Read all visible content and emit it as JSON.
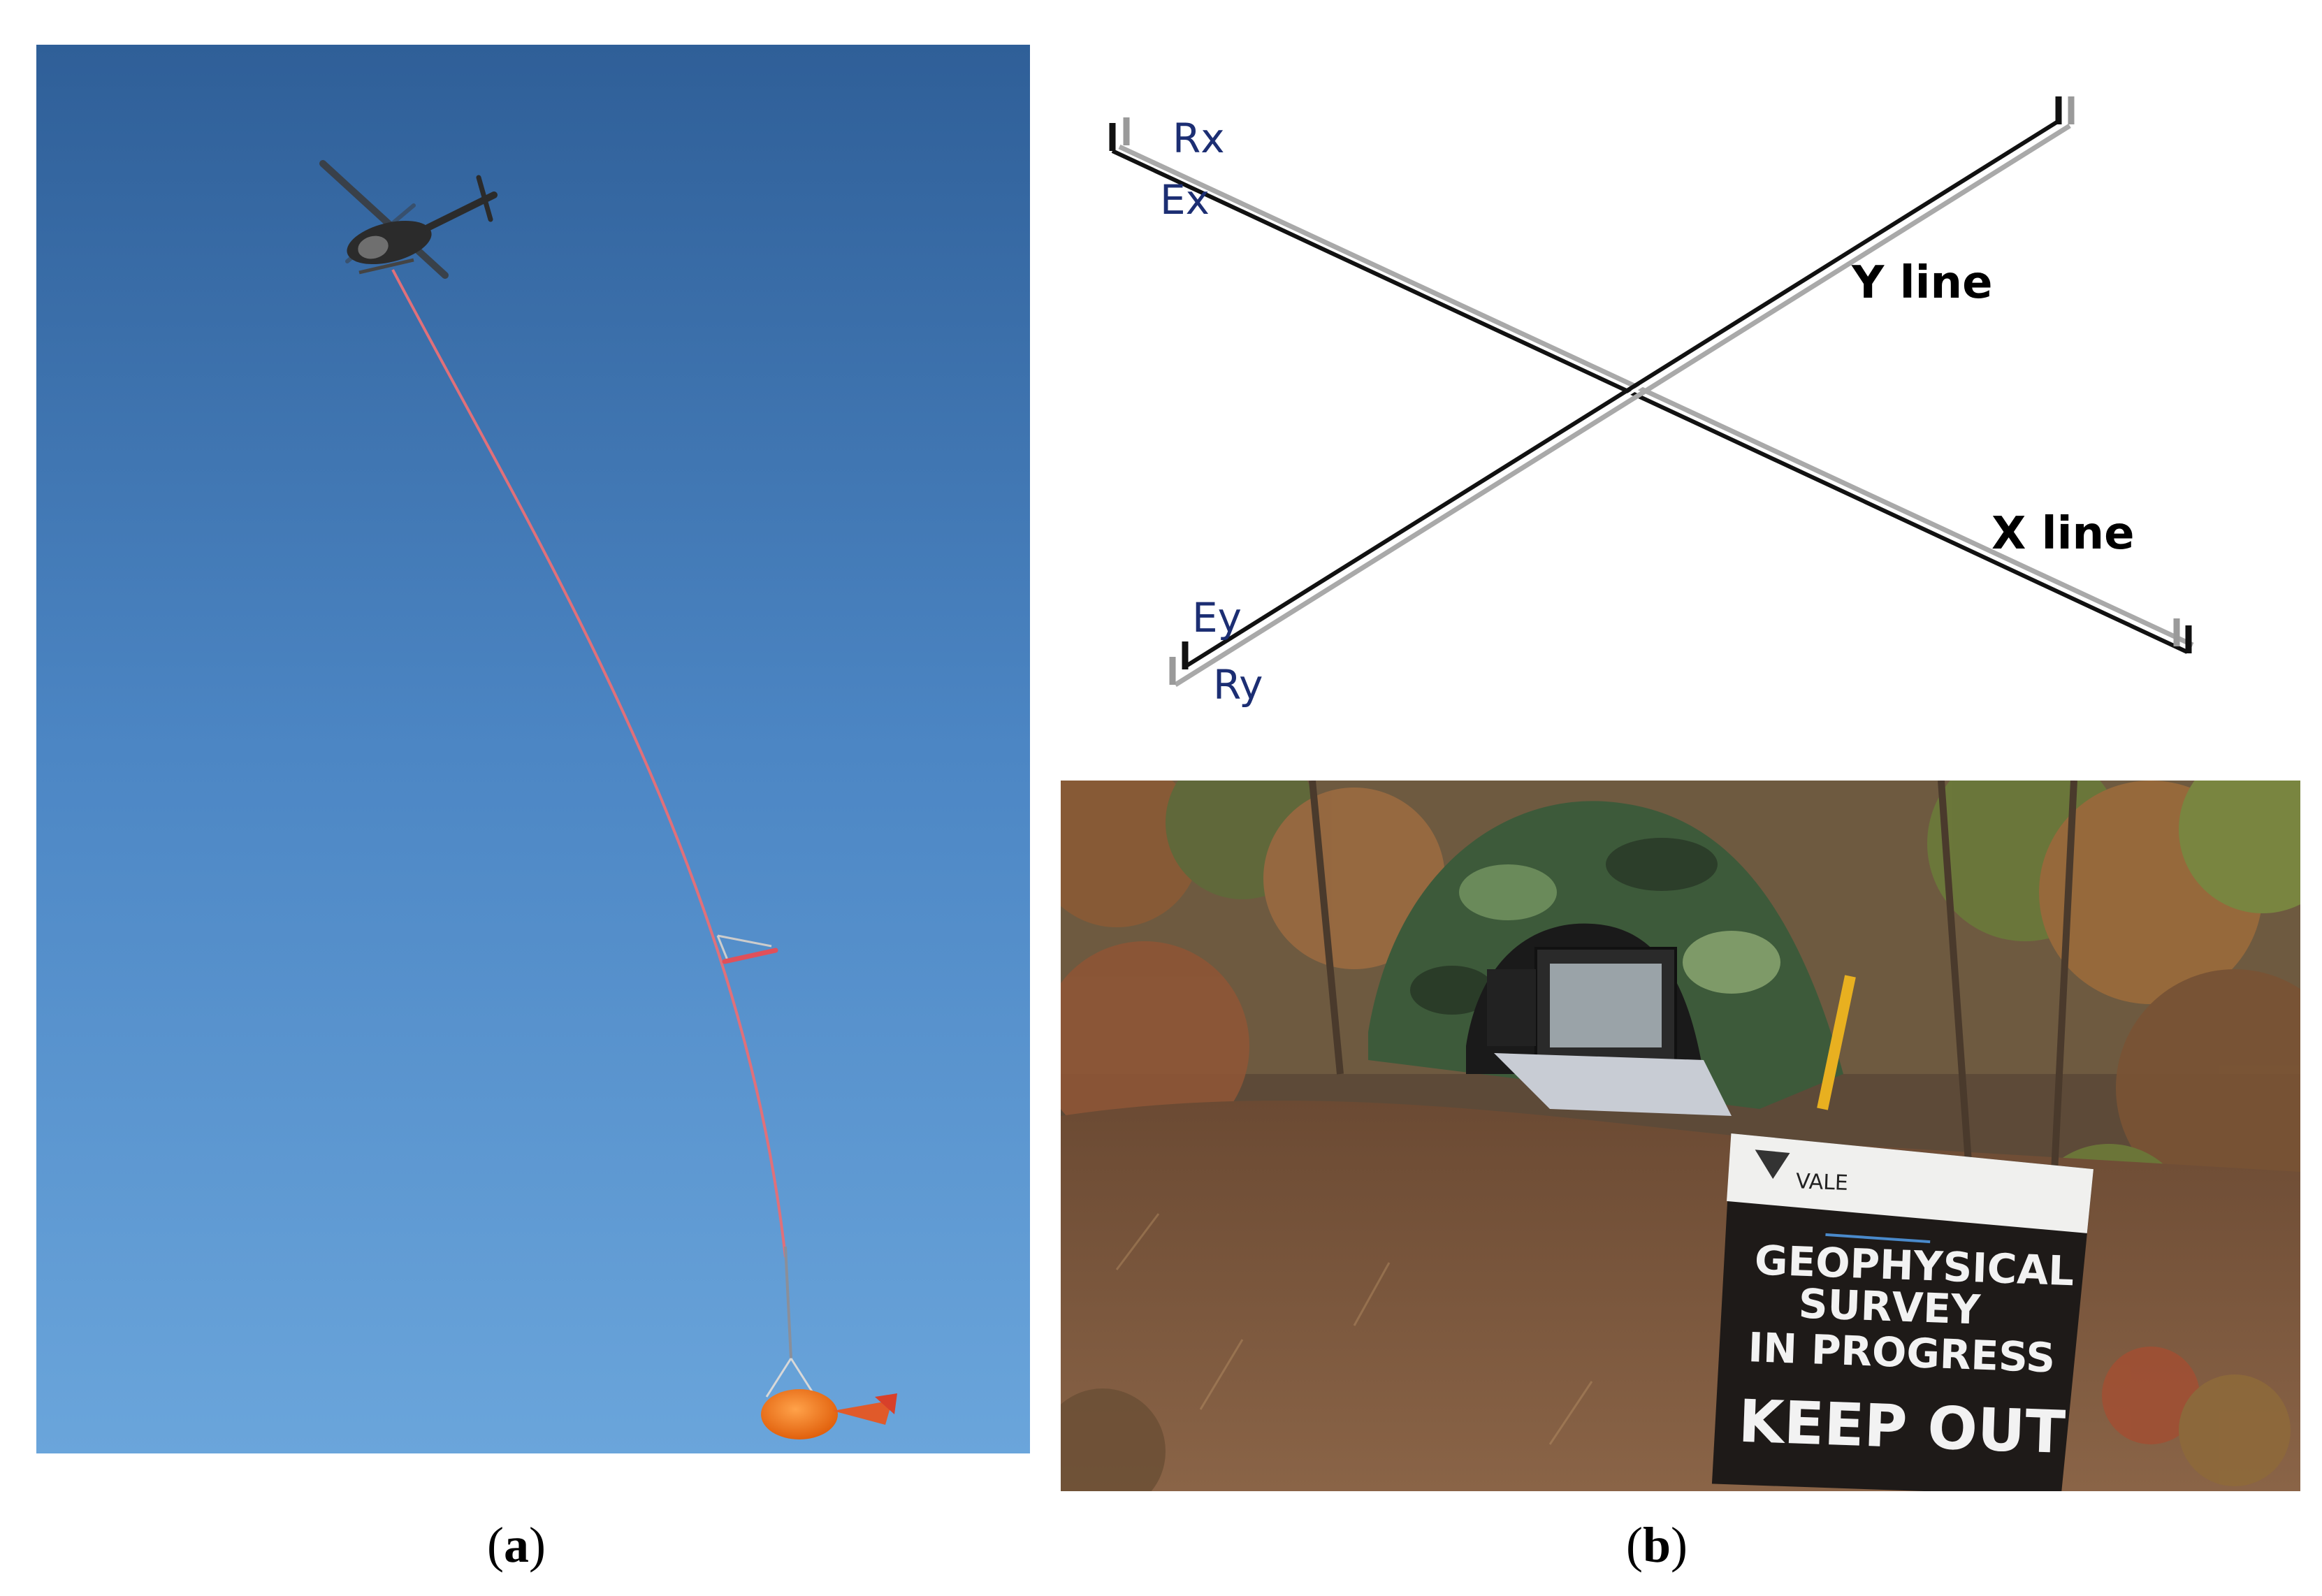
{
  "figure": {
    "captions": {
      "a_letter": "a",
      "b_letter": "b"
    },
    "diagram": {
      "rx": "Rx",
      "ex": "Ex",
      "ey": "Ey",
      "ry": "Ry",
      "y_line": "Y line",
      "x_line": "X line"
    },
    "sign": {
      "brand": "VALE",
      "line1": "GEOPHYSICAL",
      "line2": "SURVEY",
      "line3": "IN PROGRESS",
      "line4": "KEEP OUT"
    },
    "colors": {
      "sky_top": "#2f5f98",
      "sky_bottom": "#6aa5db",
      "tow_cable": "#e0707a",
      "bird": "#f07820",
      "diagram_label": "#1c2e73"
    }
  }
}
